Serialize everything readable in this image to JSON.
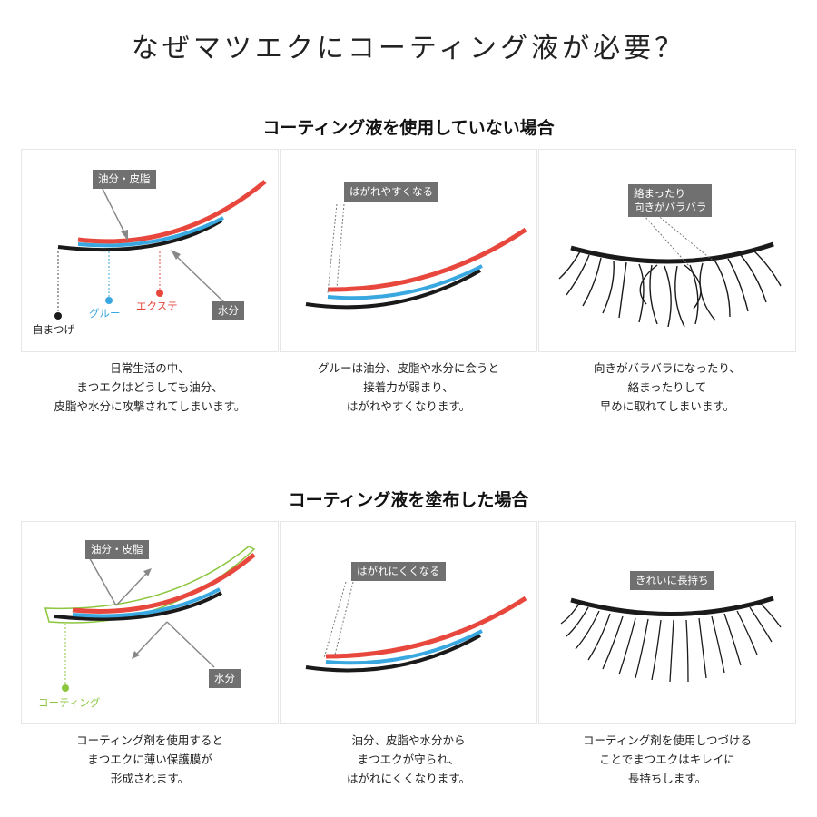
{
  "title": "なぜマツエクにコーティング液が必要？",
  "sections": [
    {
      "heading": "コーティング液を使用していない場合",
      "panels": [
        {
          "tags": [
            "油分・皮脂",
            "水分"
          ],
          "labels": {
            "natural": "自まつげ",
            "glue": "グルー",
            "extension": "エクステ"
          },
          "caption": [
            "日常生活の中、",
            "まつエクはどうしても油分、",
            "皮脂や水分に攻撃されてしまいます。"
          ]
        },
        {
          "tags": [
            "はがれやすくなる"
          ],
          "caption": [
            "グルーは油分、皮脂や水分に会うと",
            "接着力が弱まり、",
            "はがれやすくなります。"
          ]
        },
        {
          "tags": [
            "絡まったり",
            "向きがバラバラ"
          ],
          "caption": [
            "向きがバラバラになったり、",
            "絡まったりして",
            "早めに取れてしまいます。"
          ]
        }
      ]
    },
    {
      "heading": "コーティング液を塗布した場合",
      "panels": [
        {
          "tags": [
            "油分・皮脂",
            "水分"
          ],
          "labels": {
            "coating": "コーティング"
          },
          "caption": [
            "コーティング剤を使用すると",
            "まつエクに薄い保護膜が",
            "形成されます。"
          ]
        },
        {
          "tags": [
            "はがれにくくなる"
          ],
          "caption": [
            "油分、皮脂や水分から",
            "まつエクが守られ、",
            "はがれにくくなります。"
          ]
        },
        {
          "tags": [
            "きれいに長持ち"
          ],
          "caption": [
            "コーティング剤を使用しつづける",
            "ことでまつエクはキレイに",
            "長持ちします。"
          ]
        }
      ]
    }
  ],
  "colors": {
    "extension": "#e8473d",
    "glue": "#3aa8e0",
    "lash": "#1a1a1a",
    "coating": "#8cc63f",
    "tag": "#707070"
  }
}
